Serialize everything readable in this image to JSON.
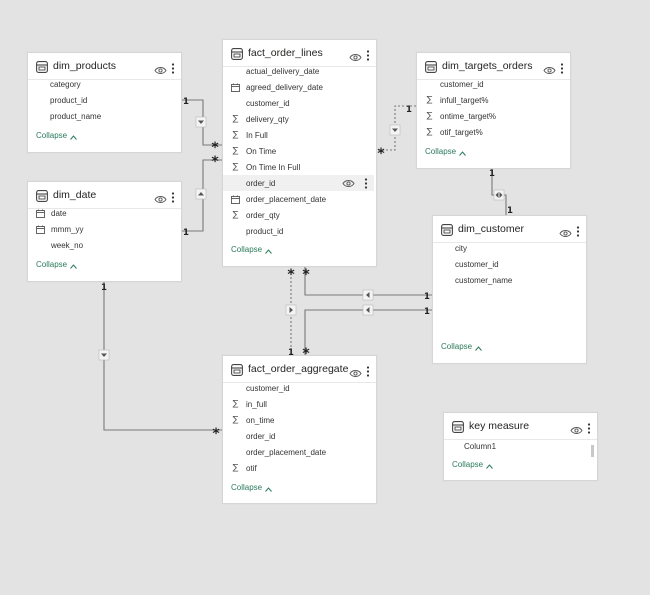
{
  "tables": [
    {
      "id": "dim_products",
      "title": "dim_products",
      "fields": [
        {
          "name": "category",
          "icon": "none"
        },
        {
          "name": "product_id",
          "icon": "none"
        },
        {
          "name": "product_name",
          "icon": "none"
        }
      ],
      "collapse_label": "Collapse"
    },
    {
      "id": "dim_date",
      "title": "dim_date",
      "fields": [
        {
          "name": "date",
          "icon": "calendar"
        },
        {
          "name": "mmm_yy",
          "icon": "calendar"
        },
        {
          "name": "week_no",
          "icon": "none"
        }
      ],
      "collapse_label": "Collapse"
    },
    {
      "id": "fact_order_lines",
      "title": "fact_order_lines",
      "fields": [
        {
          "name": "actual_delivery_date",
          "icon": "none"
        },
        {
          "name": "agreed_delivery_date",
          "icon": "calendar"
        },
        {
          "name": "customer_id",
          "icon": "none"
        },
        {
          "name": "delivery_qty",
          "icon": "sigma"
        },
        {
          "name": "In Full",
          "icon": "sigma"
        },
        {
          "name": "On Time",
          "icon": "sigma"
        },
        {
          "name": "On Time In Full",
          "icon": "sigma"
        },
        {
          "name": "order_id",
          "icon": "none",
          "highlighted": true
        },
        {
          "name": "order_placement_date",
          "icon": "calendar"
        },
        {
          "name": "order_qty",
          "icon": "sigma"
        },
        {
          "name": "product_id",
          "icon": "none"
        }
      ],
      "collapse_label": "Collapse"
    },
    {
      "id": "dim_targets_orders",
      "title": "dim_targets_orders",
      "fields": [
        {
          "name": "customer_id",
          "icon": "none"
        },
        {
          "name": "infull_target%",
          "icon": "sigma"
        },
        {
          "name": "ontime_target%",
          "icon": "sigma"
        },
        {
          "name": "otif_target%",
          "icon": "sigma"
        }
      ],
      "collapse_label": "Collapse"
    },
    {
      "id": "dim_customer",
      "title": "dim_customer",
      "fields": [
        {
          "name": "city",
          "icon": "none"
        },
        {
          "name": "customer_id",
          "icon": "none"
        },
        {
          "name": "customer_name",
          "icon": "none"
        }
      ],
      "collapse_label": "Collapse"
    },
    {
      "id": "fact_order_aggregate",
      "title": "fact_order_aggregate",
      "fields": [
        {
          "name": "customer_id",
          "icon": "none"
        },
        {
          "name": "in_full",
          "icon": "sigma"
        },
        {
          "name": "on_time",
          "icon": "sigma"
        },
        {
          "name": "order_id",
          "icon": "none"
        },
        {
          "name": "order_placement_date",
          "icon": "none"
        },
        {
          "name": "otif",
          "icon": "sigma"
        }
      ],
      "collapse_label": "Collapse"
    },
    {
      "id": "key_measure",
      "title": "key measure",
      "fields": [
        {
          "name": "Column1",
          "icon": "none"
        }
      ],
      "collapse_label": "Collapse"
    }
  ],
  "cardinality": {
    "one": "1",
    "many": "*"
  },
  "colors": {
    "canvas": "#e3e3e3",
    "line": "#7a7a7a",
    "collapse_link": "#2a7a5b"
  }
}
